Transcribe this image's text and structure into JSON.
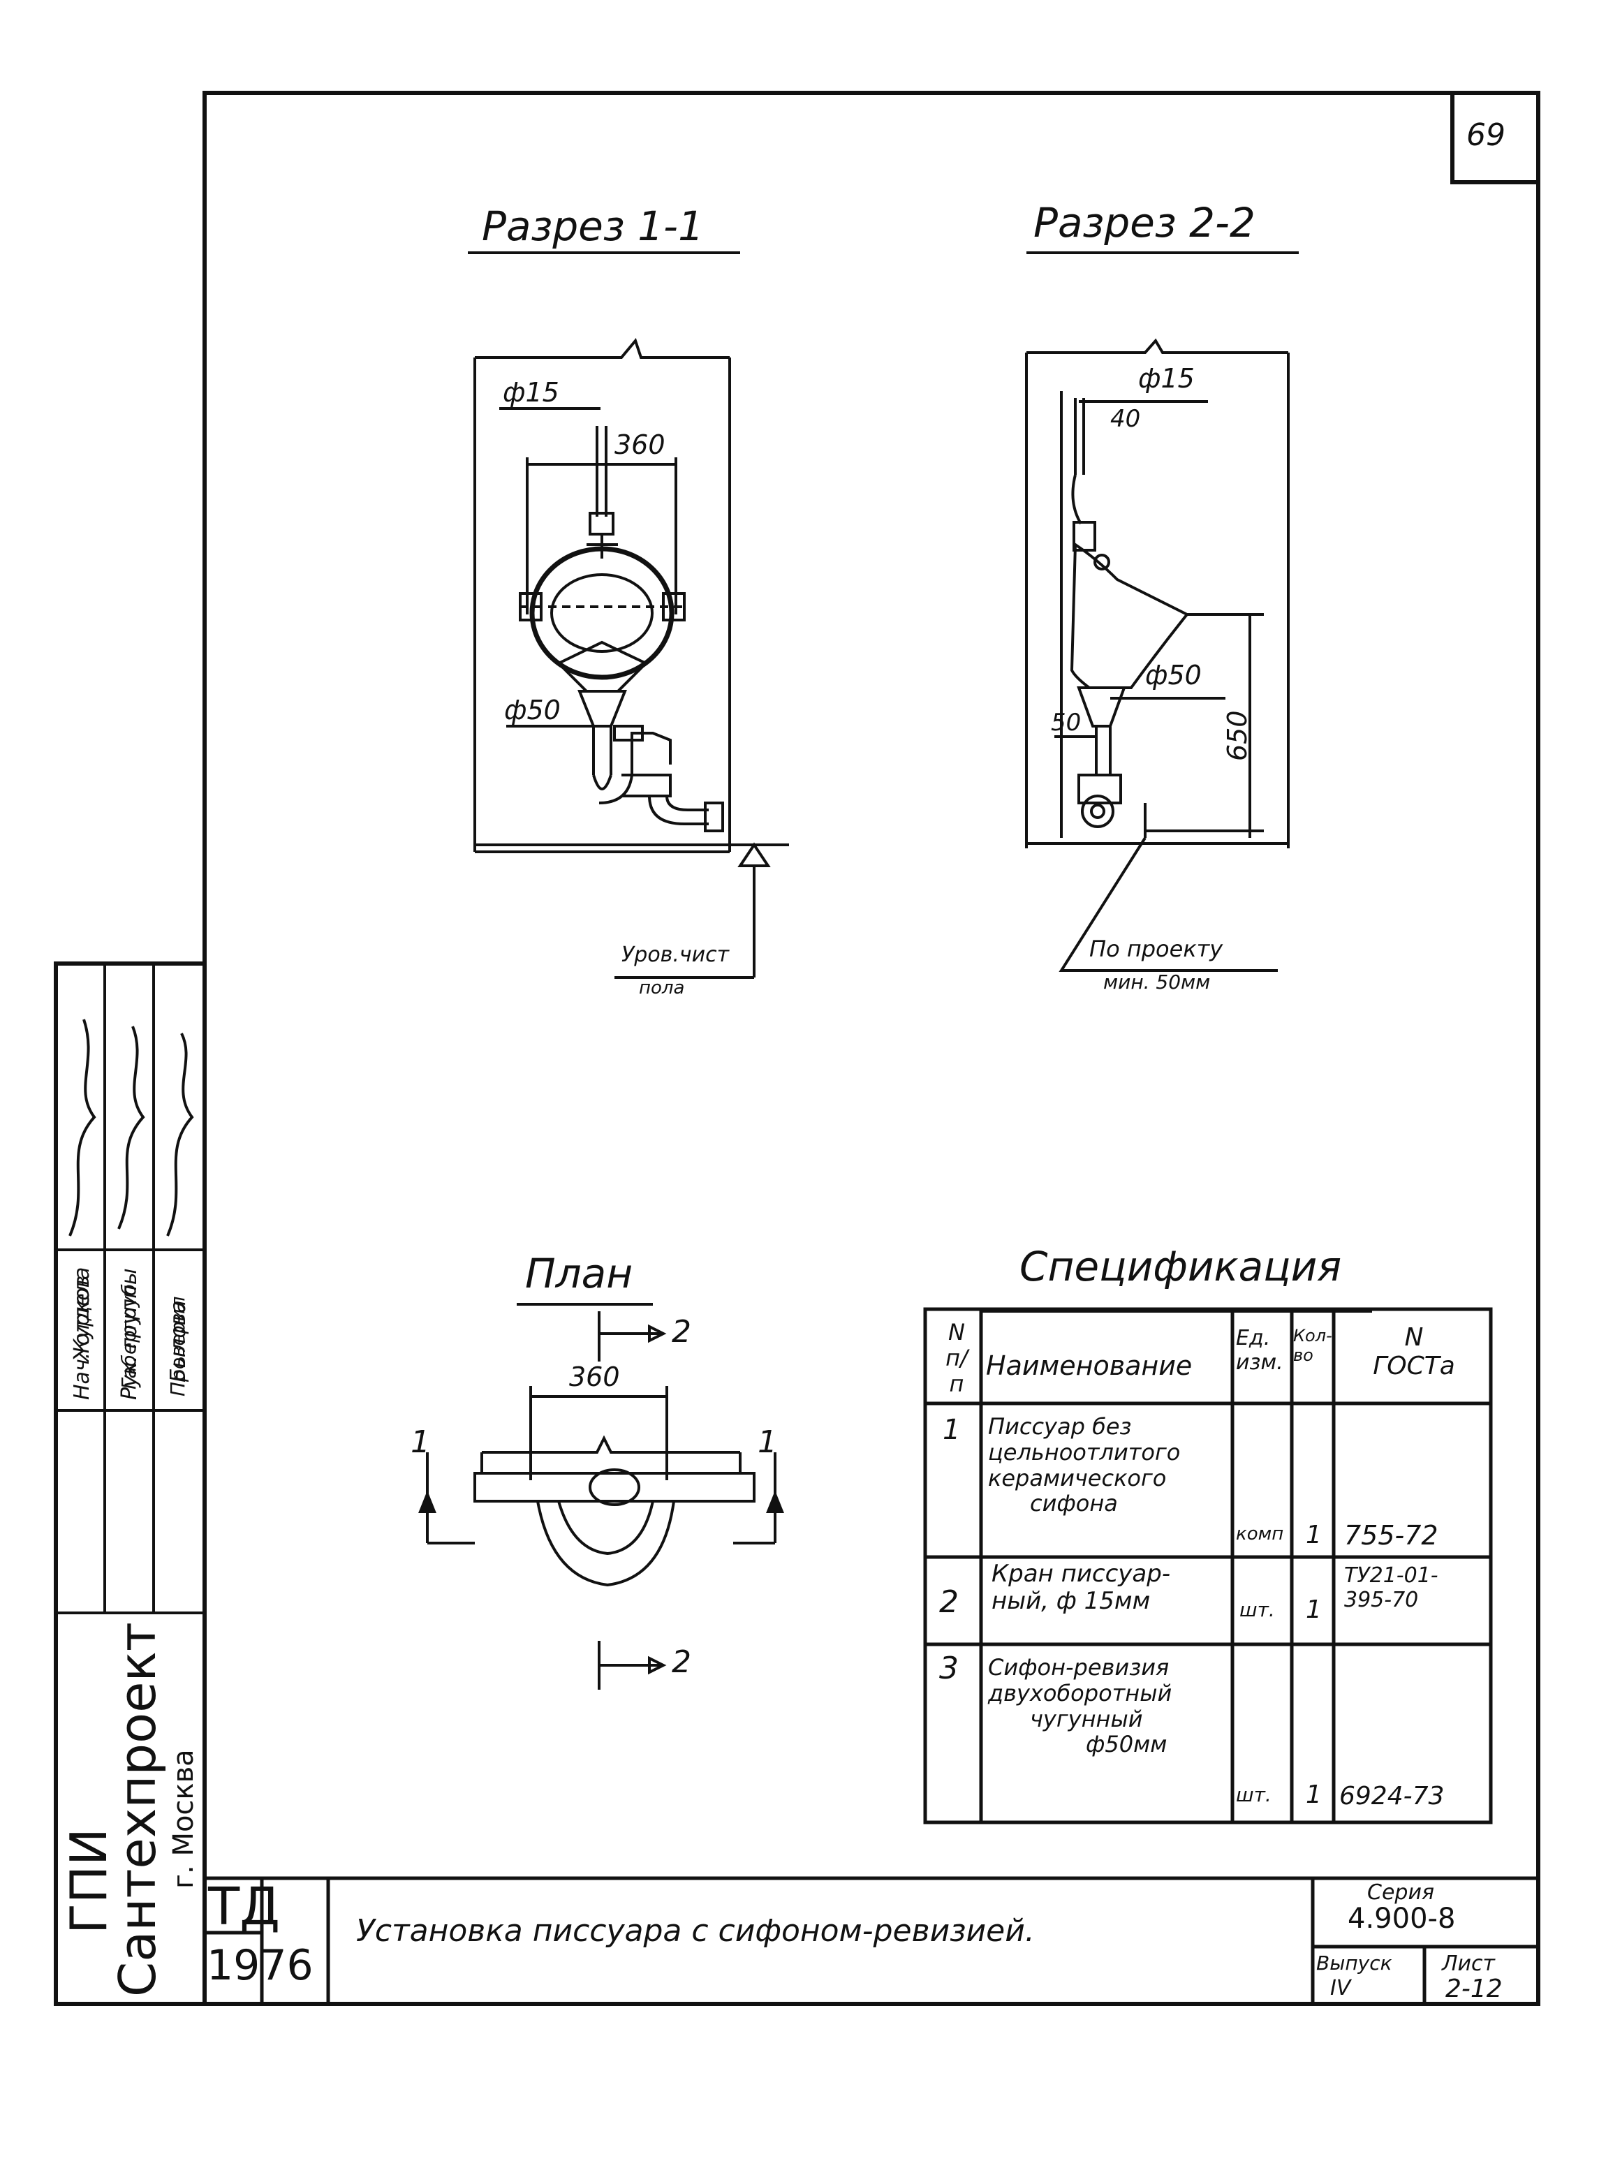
{
  "sheet_number": "69",
  "section_1": {
    "title": "Разрез 1-1",
    "dim_pipe_top": "ф15",
    "dim_width": "360",
    "dim_pipe_bottom": "ф50",
    "floor_level_line1": "Уров.чист",
    "floor_level_line2": "пола"
  },
  "section_2": {
    "title": "Разрез 2-2",
    "dim_pipe_top": "ф15",
    "dim_offset_top": "40",
    "dim_pipe_bottom": "ф50",
    "dim_offset_bottom": "50",
    "dim_height": "650",
    "note_line1": "По проекту",
    "note_line2": "мин. 50мм"
  },
  "plan": {
    "title": "План",
    "dim_width": "360",
    "cut_marker_left": "1",
    "cut_marker_right": "1",
    "cut_marker_top": "2",
    "cut_marker_bottom": "2"
  },
  "spec": {
    "title": "Спецификация",
    "headers": {
      "num": [
        "N",
        "п/п"
      ],
      "name": "Наименование",
      "unit": [
        "Ед.",
        "изм."
      ],
      "qty": [
        "Кол-",
        "во"
      ],
      "gost": [
        "N",
        "ГОСТа"
      ]
    },
    "rows": [
      {
        "num": "1",
        "name": [
          "Писсуар без",
          "цельноотлитого",
          "керамического",
          "сифона"
        ],
        "unit": "комп",
        "qty": "1",
        "gost": [
          "755-72"
        ]
      },
      {
        "num": "2",
        "name": [
          "Кран писсуар-",
          "ный, ф 15мм"
        ],
        "unit": "шт.",
        "qty": "1",
        "gost": [
          "ТУ21-01-",
          "395-70"
        ]
      },
      {
        "num": "3",
        "name": [
          "Сифон-ревизия",
          "двухоборотный",
          "чугунный",
          "ф50мм"
        ],
        "unit": "шт.",
        "qty": "1",
        "gost": [
          "6924-73"
        ]
      }
    ]
  },
  "stamp": {
    "roles": [
      "Нач. отдела",
      "Рук. группы",
      "Проверил"
    ],
    "names": [
      "Журков",
      "Габергруб",
      "Былова"
    ],
    "org_line1": "ГПИ",
    "org_line2": "Сантехпроект",
    "org_line3": "г. Москва",
    "td_label": "ТД",
    "td_year": "1976",
    "title": "Установка писсуара с сифоном-ревизией.",
    "series_label": "Серия",
    "series_value": "4.900-8",
    "issue_label": "Выпуск",
    "issue_value": "IV",
    "sheet_label": "Лист",
    "sheet_value": "2-12"
  }
}
